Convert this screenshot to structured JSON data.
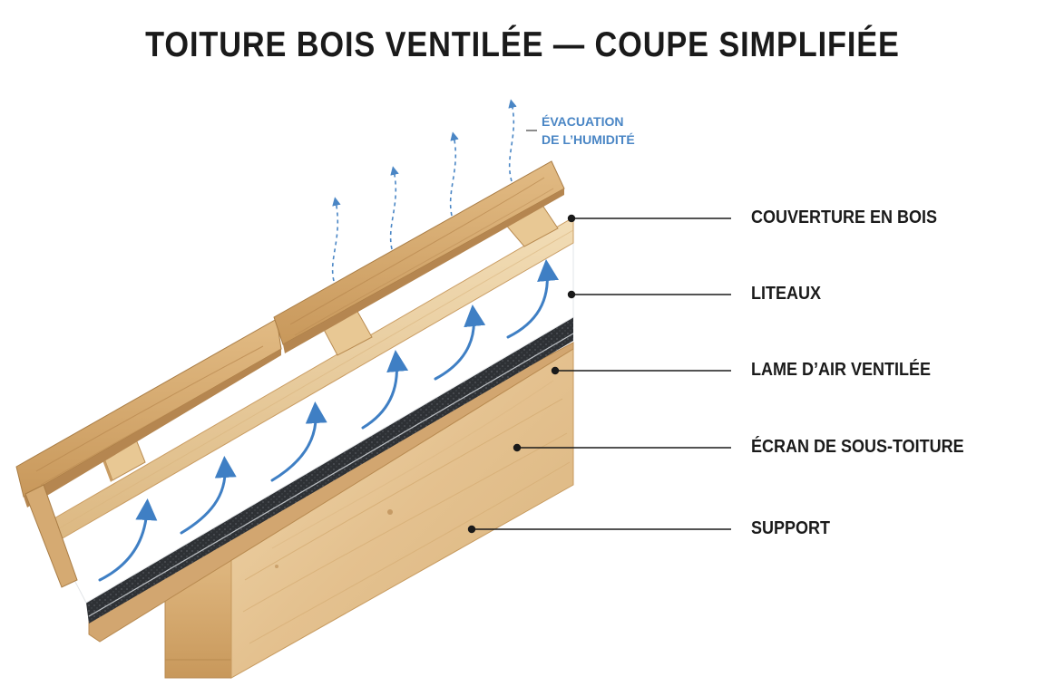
{
  "title": "TOITURE BOIS VENTILÉE — COUPE SIMPLIFIÉE",
  "humidity_note": {
    "line1": "ÉVACUATION",
    "line2": "DE L’HUMIDITÉ"
  },
  "labels": {
    "couverture": "COUVERTURE EN BOIS",
    "liteaux": "LITEAUX",
    "lame_air": "LAME D’AIR VENTILÉE",
    "ecran": "ÉCRAN DE SOUS-TOITURE",
    "support": "SUPPORT"
  },
  "colors": {
    "wood_light": "#e9ceA0",
    "wood_dark": "#c79a5e",
    "membrane": "#2f3236",
    "air_arrow": "#3f7fc4",
    "text": "#1a1a1a"
  }
}
